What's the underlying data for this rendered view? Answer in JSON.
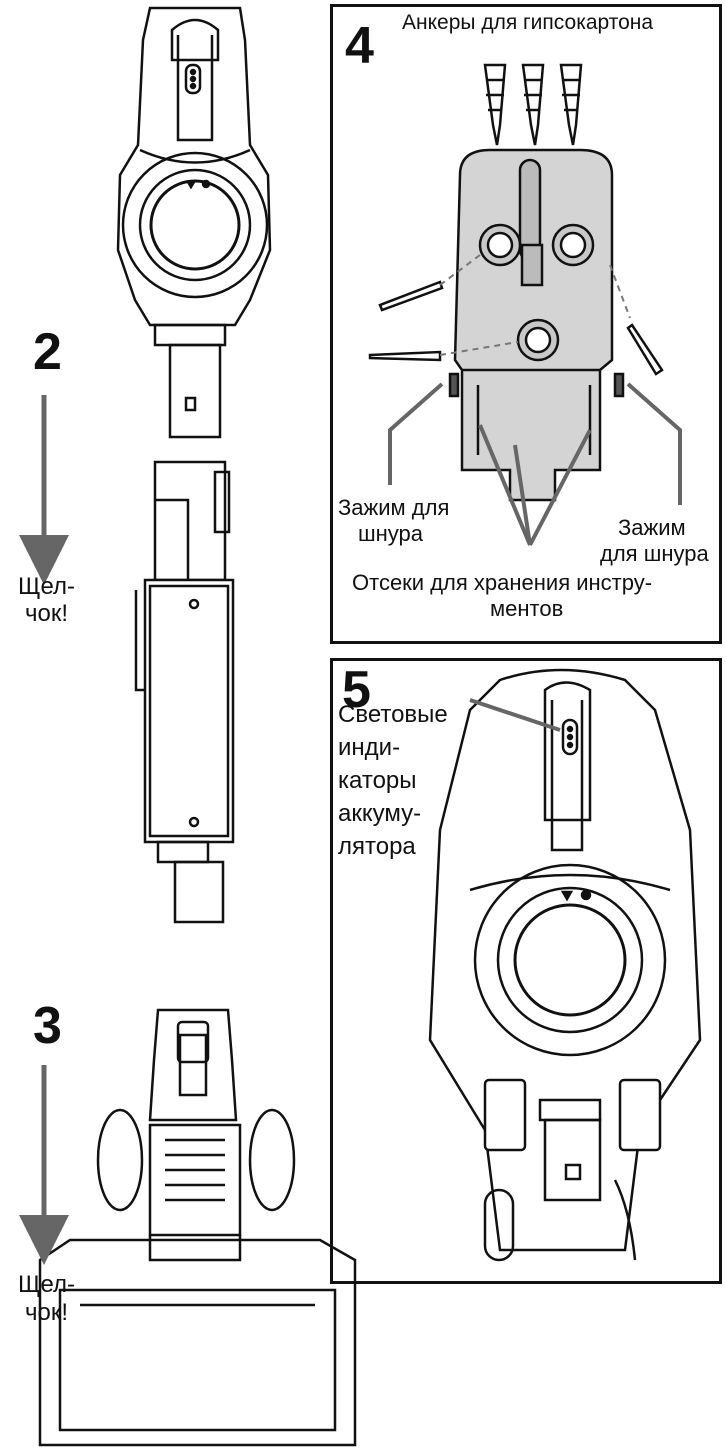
{
  "steps": {
    "s2": "2",
    "s3": "3",
    "s4": "4",
    "s5": "5"
  },
  "clicks": {
    "click2": [
      "Щел-",
      "чок!"
    ],
    "click3": [
      "Щел-",
      "чок!"
    ]
  },
  "panel4": {
    "anchors": "Анкеры для гипсокартона",
    "clip_left": [
      "Зажим для",
      "шнура"
    ],
    "clip_right": [
      "Зажим",
      "для шнура"
    ],
    "storage": [
      "Отсеки для хранения инстру-",
      "ментов"
    ]
  },
  "panel5": {
    "battery_lights": [
      "Световые",
      "инди-",
      "каторы",
      "аккуму-",
      "лятора"
    ]
  },
  "colors": {
    "line": "#111111",
    "arrow": "#666666",
    "mount": "#d4d4d4"
  }
}
